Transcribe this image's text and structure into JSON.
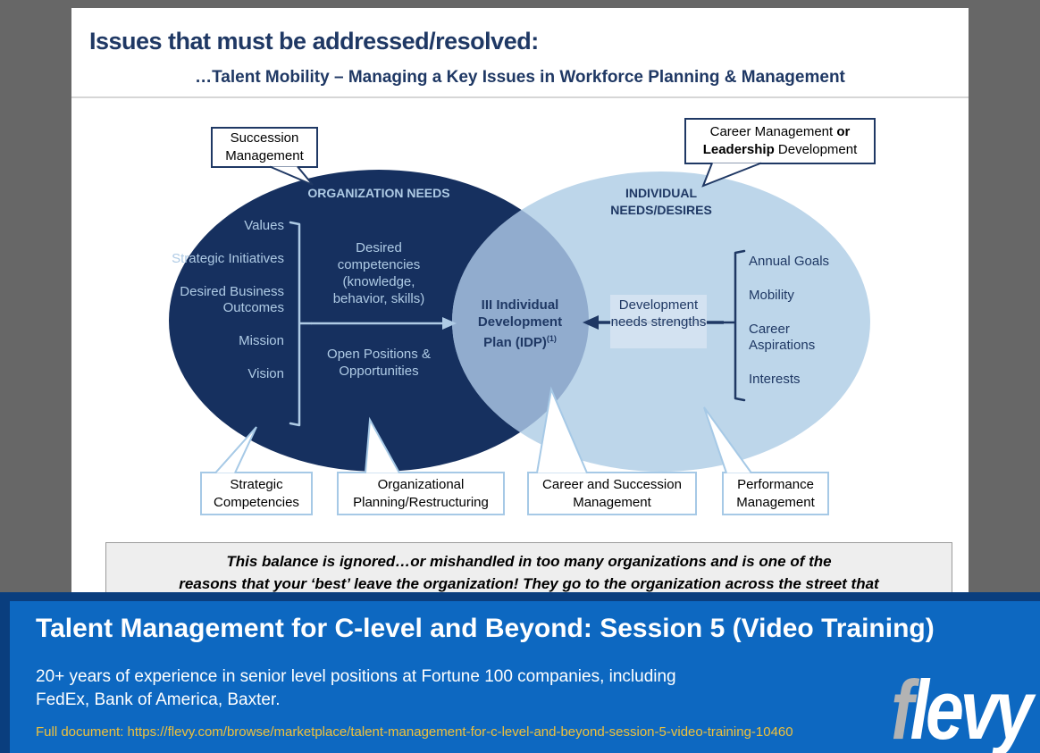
{
  "header": {
    "title": "Issues that must be addressed/resolved:",
    "subtitle": "…Talent Mobility – Managing a Key Issues in Workforce Planning & Management"
  },
  "venn": {
    "left_title": "ORGANIZATION NEEDS",
    "right_title": "INDIVIDUAL NEEDS/DESIRES",
    "left_items": [
      "Values",
      "Strategic Initiatives",
      "Desired Business Outcomes",
      "Mission",
      "Vision"
    ],
    "right_items": [
      "Annual Goals",
      "Mobility",
      "Career Aspirations",
      "Interests"
    ],
    "org_text1": "Desired competencies (knowledge, behavior, skills)",
    "org_text2": "Open Positions & Opportunities",
    "idp": {
      "line1": "III Individual",
      "line2": "Development",
      "line3": "Plan (IDP)",
      "sup": "(1)"
    },
    "dev_needs": "Development needs strengths"
  },
  "callouts": {
    "succession": "Succession Management",
    "career_mgmt": {
      "l1a": "Career Management ",
      "l1b": "or",
      "l2a": "Leadership",
      "l2b": " Development"
    },
    "bottom": [
      "Strategic Competencies",
      "Organizational Planning/Restructuring",
      "Career and Succession Management",
      "Performance Management"
    ]
  },
  "note": {
    "line1": "This balance is ignored…or mishandled in too many organizations and is one of the",
    "line2": "reasons that your ‘best’ leave the organization! They go to the organization across the street that"
  },
  "banner": {
    "title": "Talent Management for C-level and Beyond: Session 5 (Video Training)",
    "line1": "20+ years of experience in senior level positions at Fortune 100 companies, including",
    "line2": "FedEx, Bank of America, Baxter.",
    "link": "Full document: https://flevy.com/browse/marketplace/talent-management-for-c-level-and-beyond-session-5-video-training-10460",
    "logo_f": "f",
    "logo_rest": "levy"
  },
  "colors": {
    "slide_heading": "#1F3864",
    "ellipse_dark": "#16305F",
    "ellipse_light": "#BDD6EA",
    "overlap": "#91ACCE",
    "light_text": "#AFCBE5",
    "banner_frame": "#0A3E7E",
    "banner_blue": "#0D68C1",
    "link_gold": "#EFC13B",
    "logo_gray": "#B3B3B3",
    "page_background": "#676767"
  }
}
